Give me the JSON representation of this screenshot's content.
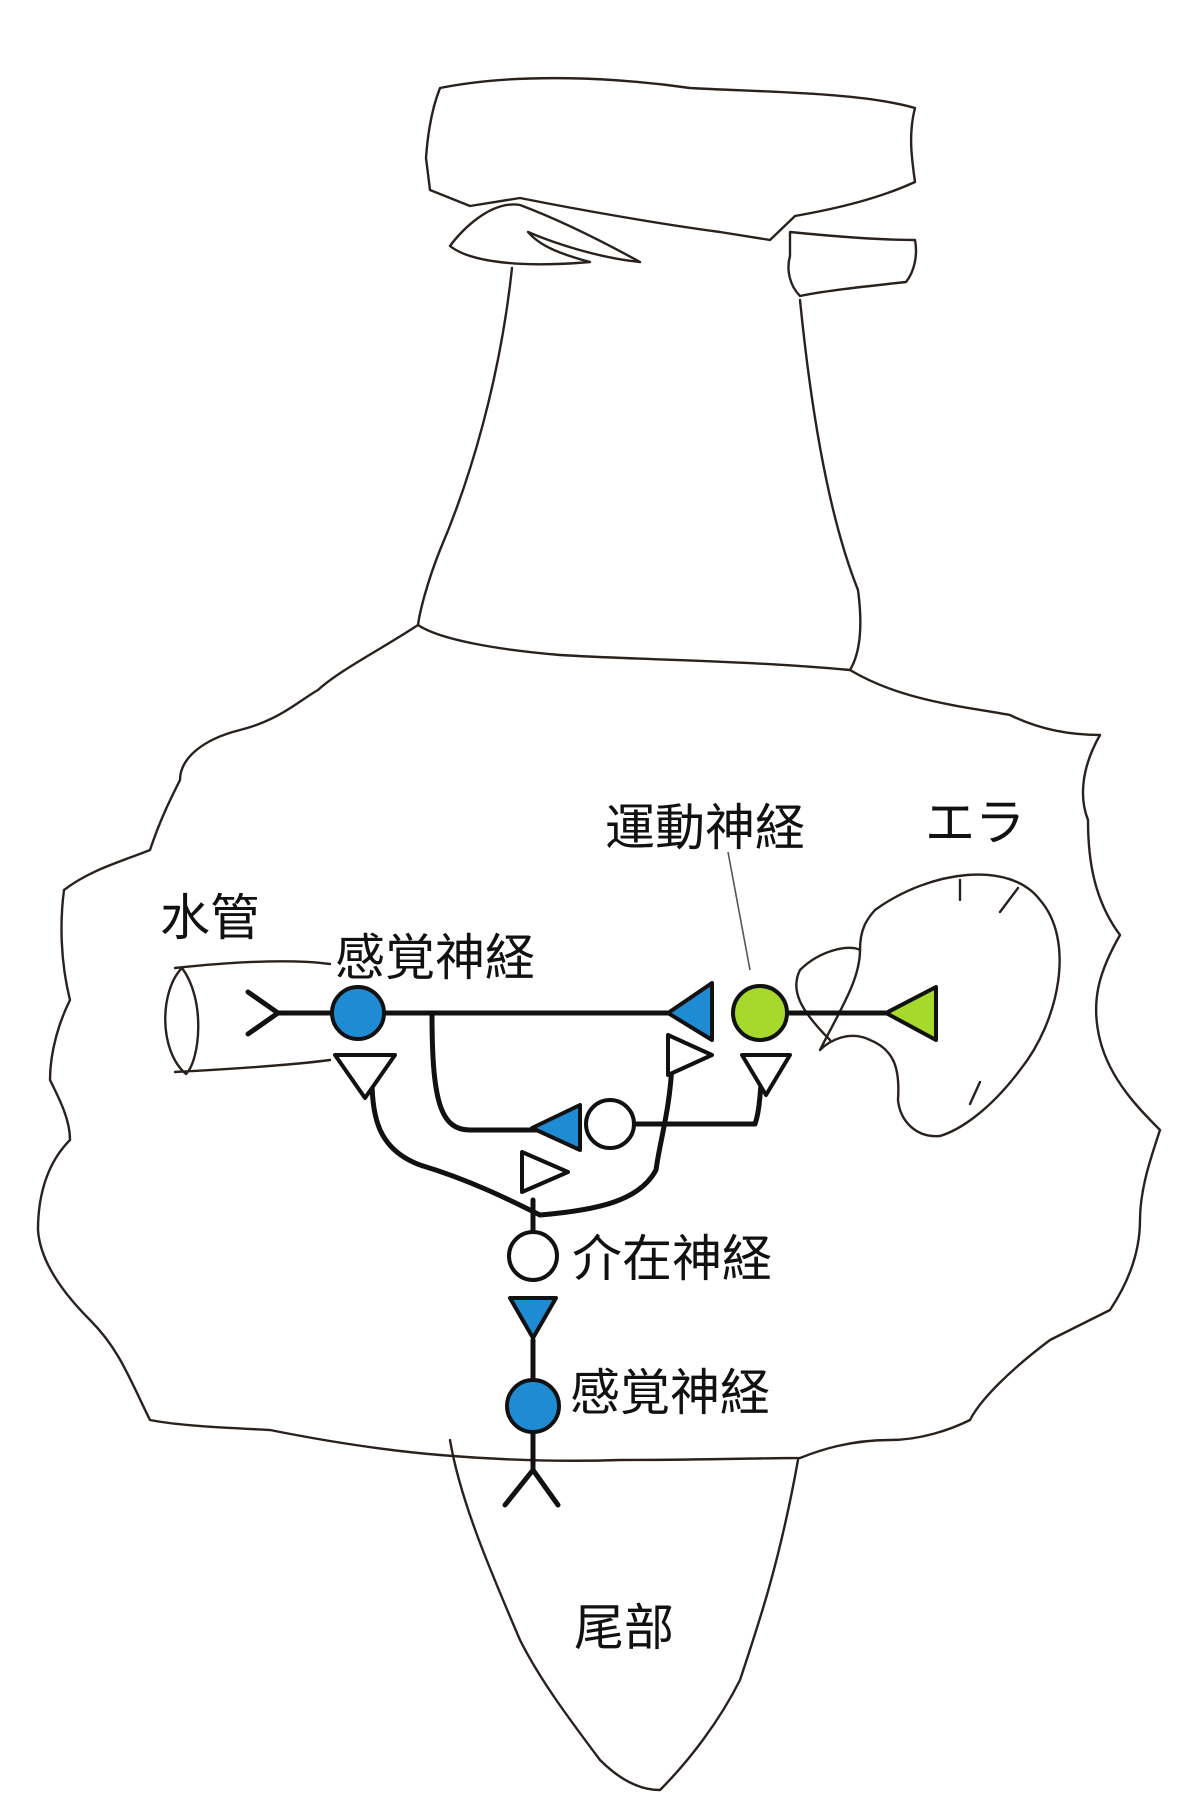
{
  "labels": {
    "water_tube": "水管",
    "sensory_neuron_siphon": "感覚神経",
    "motor_neuron": "運動神経",
    "gill": "エラ",
    "interneuron": "介在神経",
    "sensory_neuron_tail": "感覚神経",
    "tail": "尾部"
  },
  "colors": {
    "sensory": "#1e8bd3",
    "motor": "#a6d92b",
    "interneuron": "#ffffff",
    "outline": "#2a211d",
    "wire": "#111111"
  }
}
